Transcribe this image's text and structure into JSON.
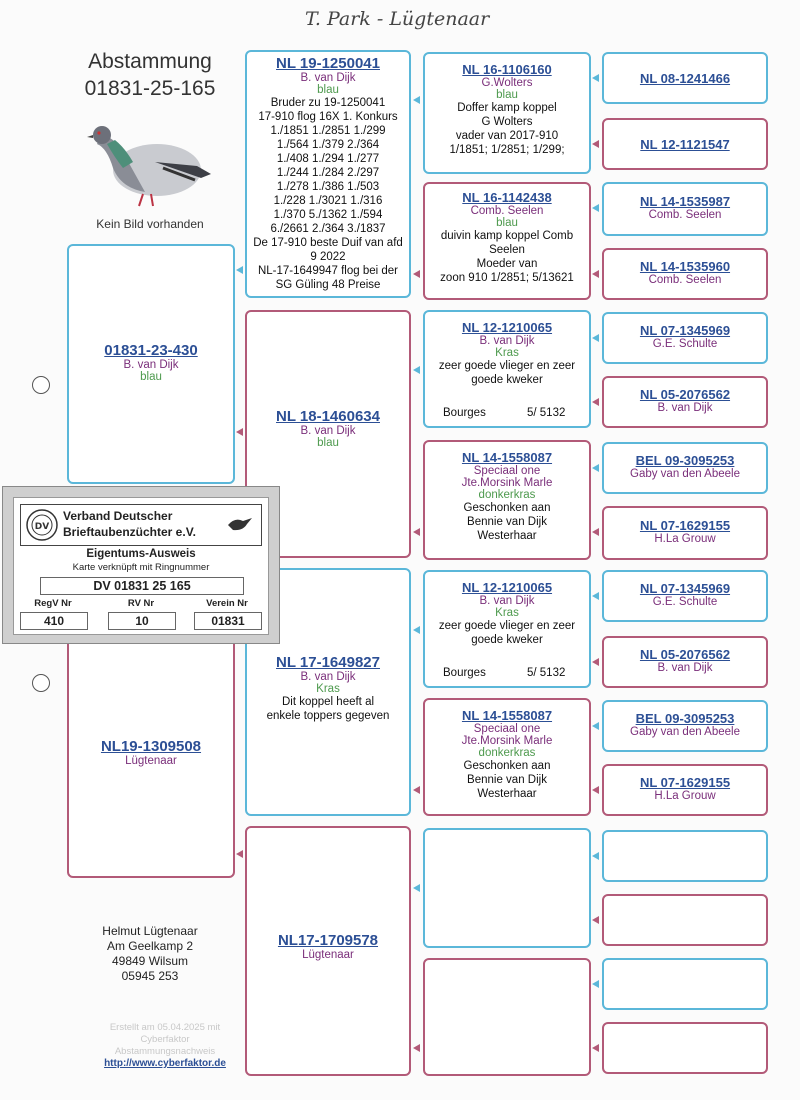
{
  "handwriting": "T. Park - Lügtenaar",
  "header": {
    "title": "Abstammung",
    "number": "01831-25-165",
    "no_image": "Kein Bild vorhanden"
  },
  "subject": {
    "ring": "01831-23-430",
    "owner": "B. van Dijk",
    "color": "blau"
  },
  "mother": {
    "ring": "NL19-1309508",
    "owner": "Lügtenaar"
  },
  "g1": {
    "ring": "NL 19-1250041",
    "owner": "B. van Dijk",
    "color": "blau",
    "notes": [
      "Bruder zu 19-1250041",
      "17-910 flog 16X 1. Konkurs",
      "1./1851 1./2851 1./299",
      "1./564 1./379 2./364",
      "1./408 1./294 1./277",
      "1./244 1./284 2./297",
      "1./278 1./386 1./503",
      "1./228 1./3021 1./316",
      "1./370 5./1362 1./594",
      "6./2661 2./364 3./1837",
      "De 17-910 beste Duif van afd",
      "9 2022",
      "NL-17-1649947 flog bei der",
      "SG Güling 48 Preise"
    ]
  },
  "g2": {
    "ring": "NL 18-1460634",
    "owner": "B. van Dijk",
    "color": "blau"
  },
  "g3": {
    "ring": "NL 17-1649827",
    "owner": "B. van Dijk",
    "color": "Kras",
    "notes": [
      "Dit koppel heeft al",
      "enkele toppers gegeven"
    ]
  },
  "g4": {
    "ring": "NL17-1709578",
    "owner": "Lügtenaar"
  },
  "gg1": {
    "ring": "NL 16-1106160",
    "owner": "G.Wolters",
    "color": "blau",
    "notes": [
      "Doffer kamp koppel",
      "G Wolters",
      "vader van 2017-910",
      "1/1851; 1/2851; 1/299;"
    ]
  },
  "gg2": {
    "ring": "NL 16-1142438",
    "owner": "Comb. Seelen",
    "color": "blau",
    "notes": [
      "duivin kamp koppel Comb",
      "Seelen",
      "Moeder van",
      "zoon 910 1/2851; 5/13621"
    ]
  },
  "gg3": {
    "ring": "NL 12-1210065",
    "owner": "B. van Dijk",
    "color": "Kras",
    "notes": [
      "zeer goede vlieger en zeer",
      "goede kweker"
    ],
    "race": "Bourges",
    "race_result": "5/  5132"
  },
  "gg4": {
    "ring": "NL 14-1558087",
    "owner": "Speciaal one",
    "owner2": "Jte.Morsink Marle",
    "color": "donkerkras",
    "notes": [
      "Geschonken aan",
      "Bennie van Dijk",
      "Westerhaar"
    ]
  },
  "gg5": {
    "ring": "NL 12-1210065",
    "owner": "B. van Dijk",
    "color": "Kras",
    "notes": [
      "zeer goede vlieger en zeer",
      "goede kweker"
    ],
    "race": "Bourges",
    "race_result": "5/  5132"
  },
  "gg6": {
    "ring": "NL 14-1558087",
    "owner": "Speciaal one",
    "owner2": "Jte.Morsink Marle",
    "color": "donkerkras",
    "notes": [
      "Geschonken aan",
      "Bennie van Dijk",
      "Westerhaar"
    ]
  },
  "ggg": [
    {
      "ring": "NL 08-1241466",
      "owner": ""
    },
    {
      "ring": "NL 12-1121547",
      "owner": ""
    },
    {
      "ring": "NL 14-1535987",
      "owner": "Comb. Seelen"
    },
    {
      "ring": "NL 14-1535960",
      "owner": "Comb. Seelen"
    },
    {
      "ring": "NL 07-1345969",
      "owner": "G.E. Schulte"
    },
    {
      "ring": "NL 05-2076562",
      "owner": "B. van Dijk"
    },
    {
      "ring": "BEL 09-3095253",
      "owner": "Gaby van den Abeele"
    },
    {
      "ring": "NL 07-1629155",
      "owner": "H.La Grouw"
    },
    {
      "ring": "NL 07-1345969",
      "owner": "G.E. Schulte"
    },
    {
      "ring": "NL 05-2076562",
      "owner": "B. van Dijk"
    },
    {
      "ring": "BEL 09-3095253",
      "owner": "Gaby van den Abeele"
    },
    {
      "ring": "NL 07-1629155",
      "owner": "H.La Grouw"
    }
  ],
  "card": {
    "org1": "Verband Deutscher",
    "org2": "Brieftaubenzüchter e.V.",
    "title": "Eigentums-Ausweis",
    "subtitle": "Karte verknüpft mit Ringnummer",
    "number": "DV 01831 25 165",
    "col1": "RegV Nr",
    "col2": "RV Nr",
    "col3": "Verein Nr",
    "v1": "410",
    "v2": "10",
    "v3": "01831"
  },
  "breeder": {
    "name": "Helmut Lügtenaar",
    "street": "Am Geelkamp 2",
    "city": "49849 Wilsum",
    "phone": "05945 253"
  },
  "footer": {
    "line1": "Erstellt am 05.04.2025 mit",
    "line2": "Cyberfaktor",
    "line3": "Abstammungsnachweis",
    "url": "http://www.cyberfaktor.de"
  }
}
